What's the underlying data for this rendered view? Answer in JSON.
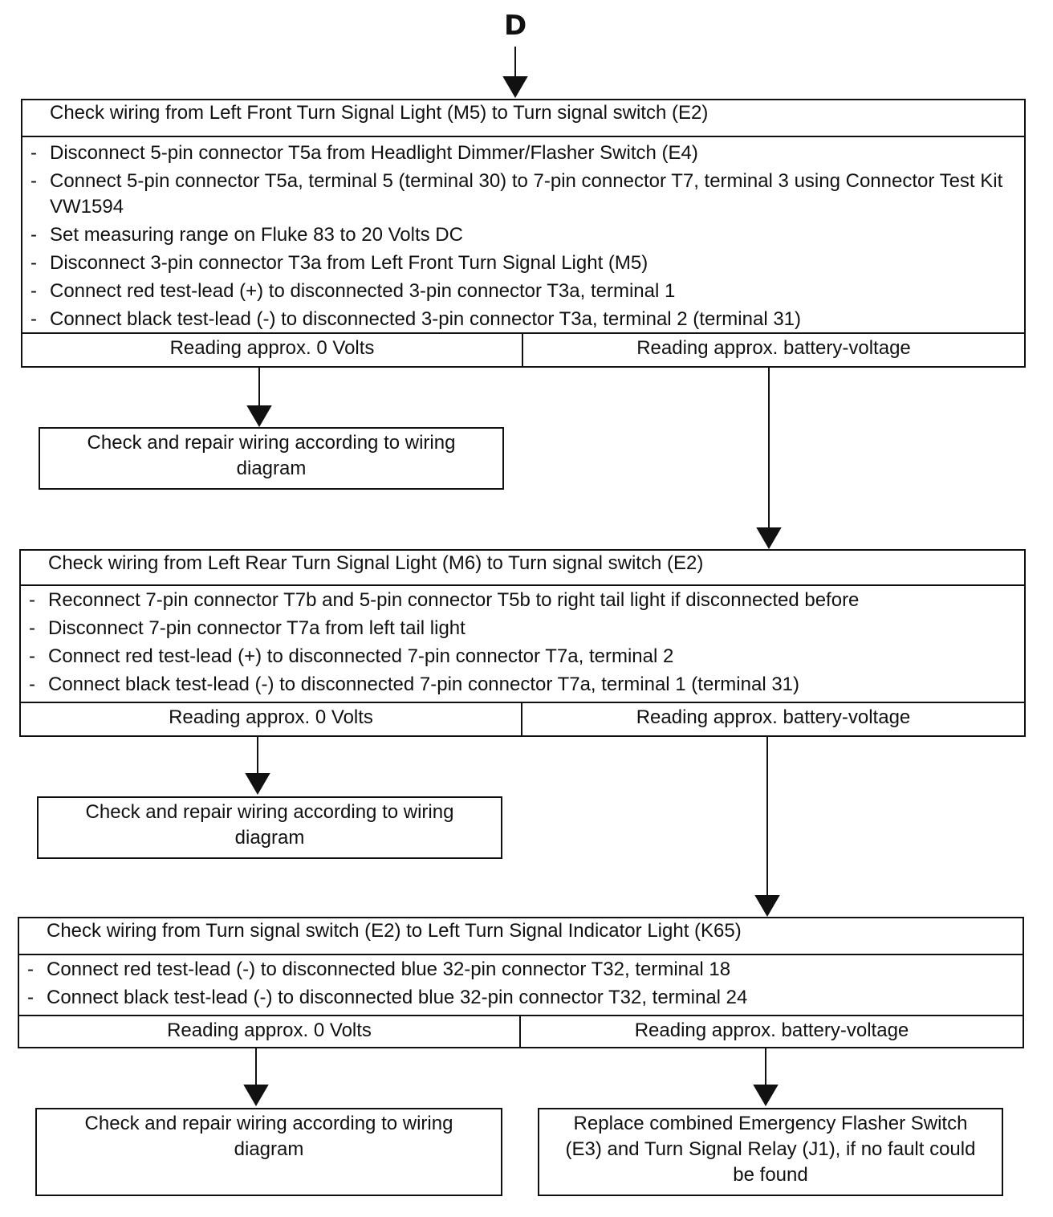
{
  "start_label": "D",
  "sections": [
    {
      "heading": "Check wiring from Left Front Turn Signal Light (M5) to Turn signal switch (E2)",
      "steps": [
        "Disconnect 5-pin connector T5a from Headlight Dimmer/Flasher Switch (E4)",
        "Connect 5-pin connector T5a, terminal 5 (terminal 30) to 7-pin connector T7, terminal 3 using Connector Test Kit VW1594",
        "Set measuring range on Fluke 83 to 20 Volts DC",
        "Disconnect 3-pin connector T3a from Left Front Turn Signal Light (M5)",
        "Connect red test-lead (+) to disconnected 3-pin connector T3a, terminal 1",
        "Connect black test-lead (-) to disconnected 3-pin connector T3a, terminal 2 (terminal 31)"
      ],
      "branch_left": "Reading approx. 0 Volts",
      "branch_right": "Reading approx. battery-voltage",
      "left_action": "Check and repair wiring according to wiring diagram"
    },
    {
      "heading": "Check wiring from Left Rear Turn Signal Light (M6) to Turn signal switch (E2)",
      "steps": [
        "Reconnect 7-pin connector T7b and 5-pin connector T5b to right tail light if disconnected before",
        "Disconnect 7-pin connector T7a from left tail light",
        "Connect red test-lead (+) to disconnected 7-pin connector T7a, terminal 2",
        "Connect black test-lead (-) to disconnected 7-pin connector T7a, terminal 1 (terminal 31)"
      ],
      "branch_left": "Reading approx. 0 Volts",
      "branch_right": "Reading approx. battery-voltage",
      "left_action": "Check and repair wiring according to wiring diagram"
    },
    {
      "heading": "Check wiring from Turn signal switch (E2) to Left Turn Signal Indicator Light (K65)",
      "steps": [
        "Connect red test-lead (-) to disconnected blue 32-pin connector T32, terminal 18",
        "Connect black test-lead (-) to disconnected blue 32-pin connector T32, terminal 24"
      ],
      "branch_left": "Reading approx. 0 Volts",
      "branch_right": "Reading approx. battery-voltage",
      "left_action": "Check and repair wiring according to wiring diagram",
      "right_action": "Replace combined Emergency Flasher Switch (E3) and Turn Signal Relay (J1), if no fault could be found"
    }
  ]
}
